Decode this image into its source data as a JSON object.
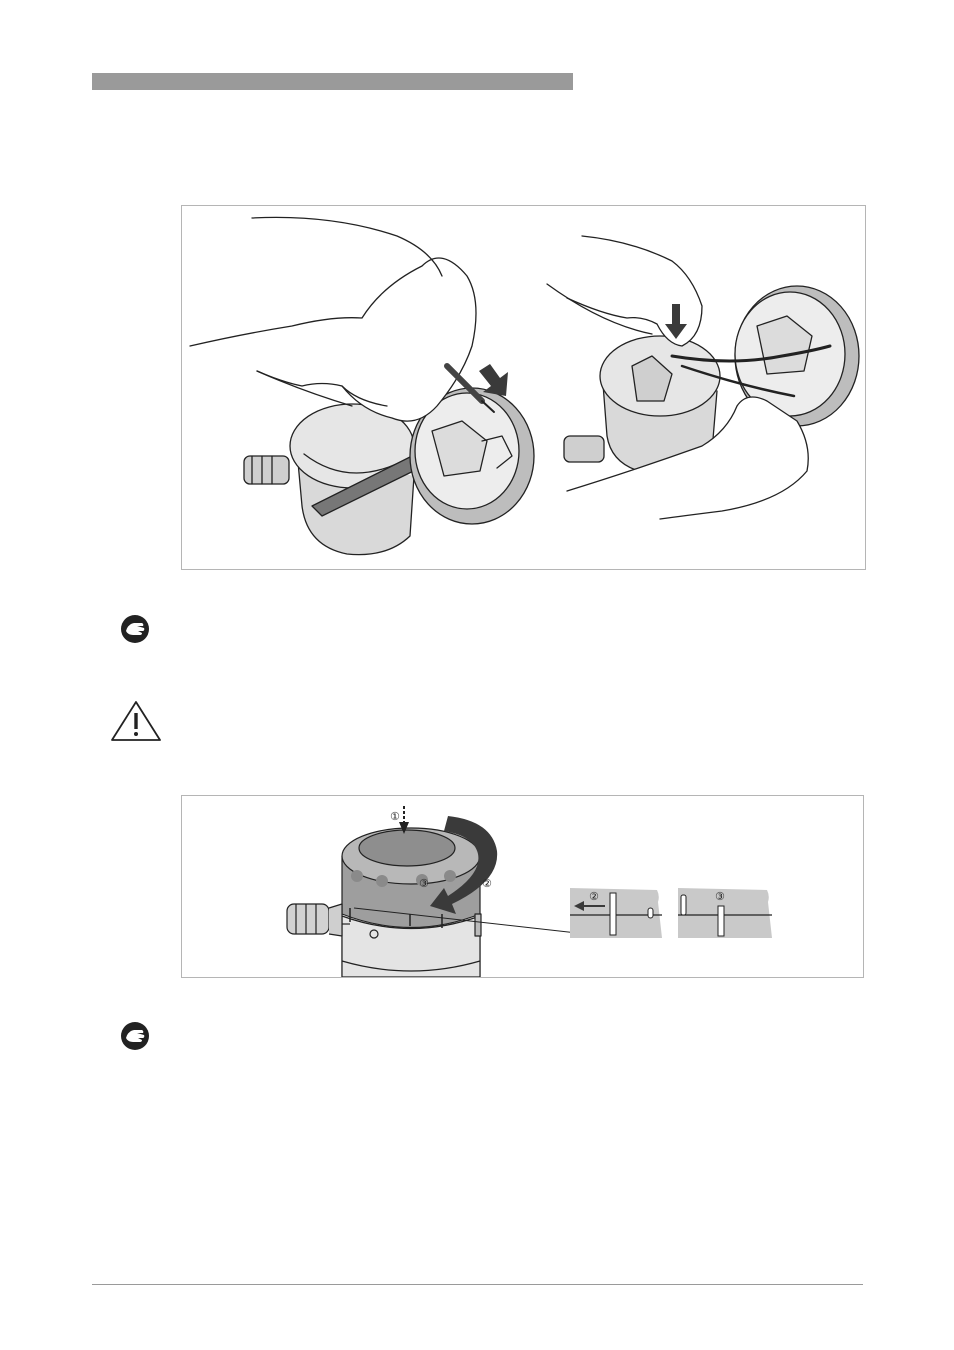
{
  "header": {},
  "figure_1": {},
  "figure_2": {
    "callouts": [
      "①",
      "②",
      "③"
    ],
    "detail_a_marker": "②",
    "detail_b_marker": "③"
  },
  "icons": {
    "handling_note_icon": "hand-icon",
    "warning_icon": "warning-triangle-icon"
  },
  "colors": {
    "header_bar": "#9a9a9a",
    "figure_border": "#b5b5b5",
    "dark_arrow": "#3a3a3a",
    "grey_fill": "#bdbdbd"
  }
}
